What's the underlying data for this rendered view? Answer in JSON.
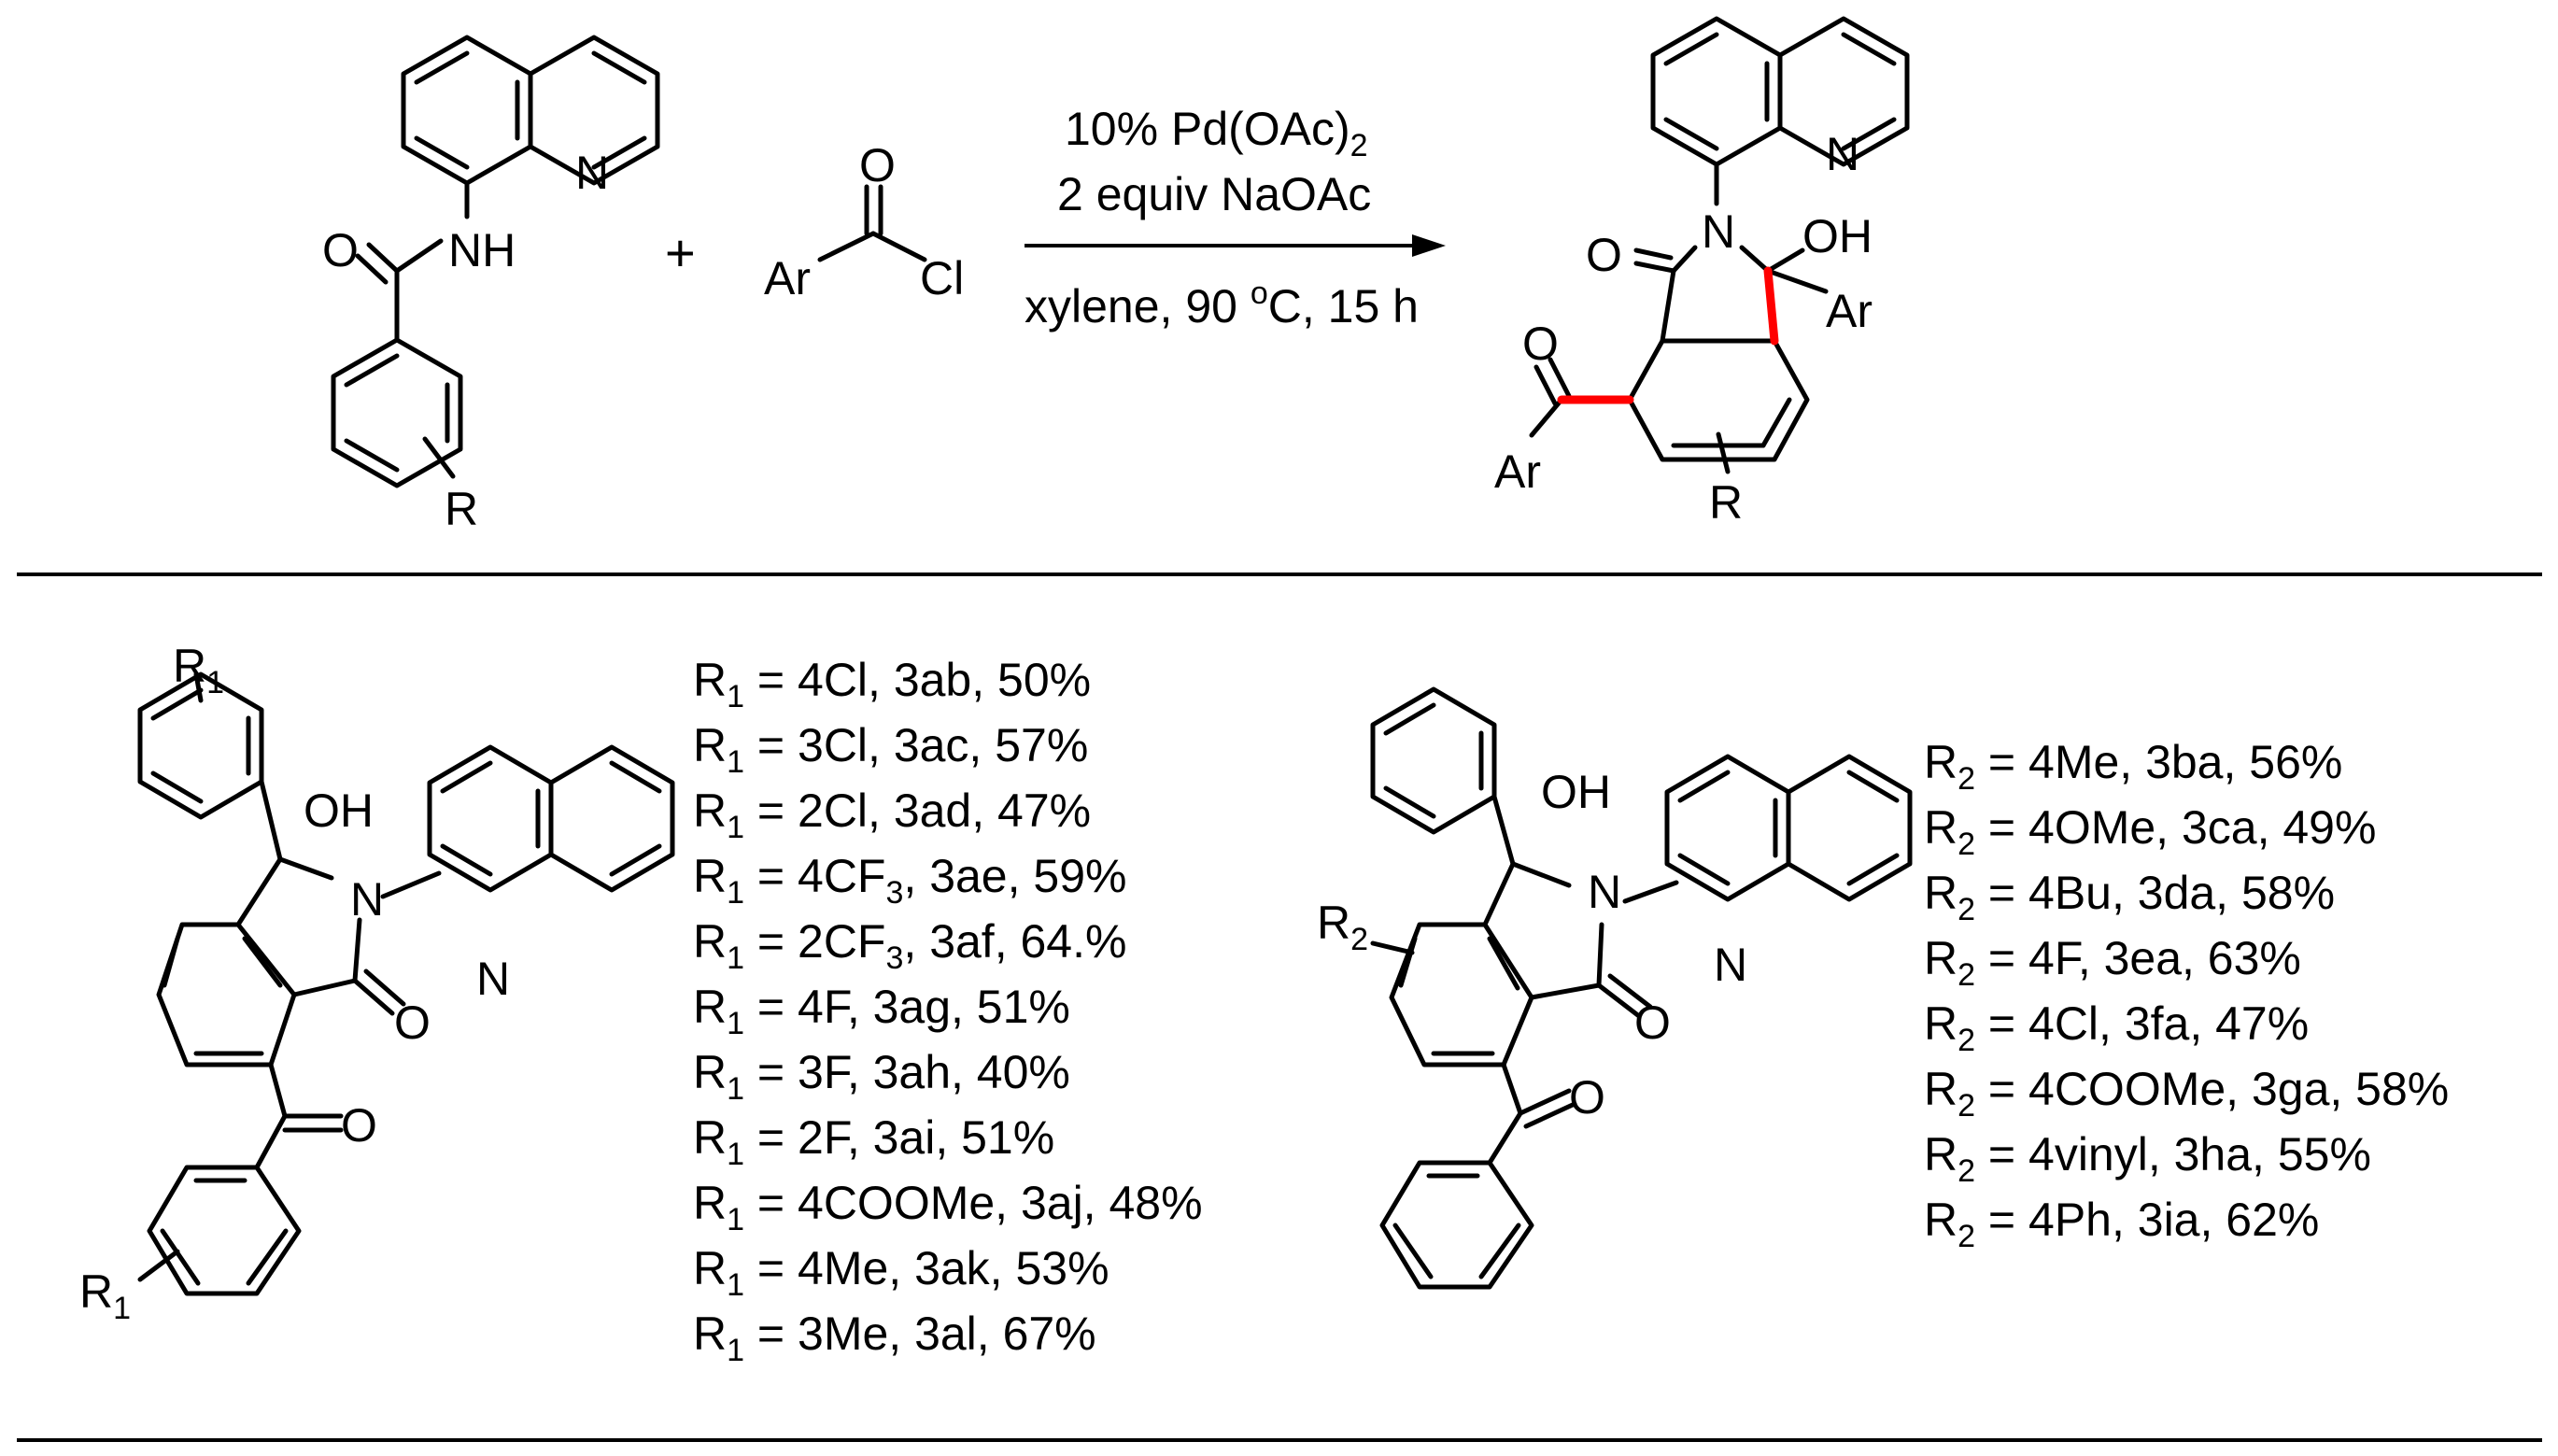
{
  "reaction": {
    "reagent_symbol": "Ar",
    "reagent_carbonyl_O": "O",
    "reagent_leaving_group": "Cl",
    "plus_sign": "+",
    "conditions": {
      "catalyst_prefix": "10% Pd(OAc)",
      "catalyst_subscript": "2",
      "base": "2 equiv NaOAc",
      "solvent_prefix": "xylene, 90 ",
      "temperature_superscript": "o",
      "solvent_suffix": "C, 15 h"
    },
    "substrate_labels": {
      "N": "N",
      "O": "O",
      "NH": "NH",
      "R": "R"
    },
    "product_labels": {
      "N_ring": "N",
      "N_amide": "N",
      "O_amide": "O",
      "OH": "OH",
      "Ar": "Ar",
      "O_ketone": "O",
      "Ar_ketone": "Ar",
      "R": "R"
    },
    "new_bond_color": "#ff0000"
  },
  "left_series": {
    "structure_labels": {
      "R_top": "R",
      "R_top_sub": "1",
      "OH": "OH",
      "N_amide": "N",
      "O_amide": "O",
      "N_ring": "N",
      "O_ketone": "O",
      "R_bottom": "R",
      "R_bottom_sub": "1"
    },
    "label": "R",
    "label_sub": "1",
    "entries": [
      {
        "text": " = 4Cl, 3ab, 50%"
      },
      {
        "text": " = 3Cl, 3ac, 57%"
      },
      {
        "text": " = 2Cl, 3ad, 47%"
      },
      {
        "text": " = 4CF",
        "sub": "3",
        "tail": ", 3ae, 59%"
      },
      {
        "text": " = 2CF",
        "sub": "3",
        "tail": ", 3af, 64.%"
      },
      {
        "text": " = 4F, 3ag, 51%"
      },
      {
        "text": " = 3F, 3ah, 40%"
      },
      {
        "text": " = 2F, 3ai, 51%"
      },
      {
        "text": " = 4COOMe, 3aj, 48%"
      },
      {
        "text": " = 4Me, 3ak, 53%"
      },
      {
        "text": " = 3Me, 3al, 67%"
      }
    ]
  },
  "right_series": {
    "structure_labels": {
      "OH": "OH",
      "N_amide": "N",
      "O_amide": "O",
      "N_ring": "N",
      "O_ketone": "O",
      "R": "R",
      "R_sub": "2"
    },
    "label": "R",
    "label_sub": "2",
    "entries": [
      {
        "text": " = 4Me, 3ba, 56%"
      },
      {
        "text": " = 4OMe, 3ca, 49%"
      },
      {
        "text": " = 4Bu, 3da, 58%"
      },
      {
        "text": " = 4F,  3ea, 63%"
      },
      {
        "text": " = 4Cl, 3fa, 47%"
      },
      {
        "text": " = 4COOMe, 3ga, 58%"
      },
      {
        "text": " = 4vinyl, 3ha, 55%"
      },
      {
        "text": " = 4Ph, 3ia, 62%"
      }
    ]
  }
}
